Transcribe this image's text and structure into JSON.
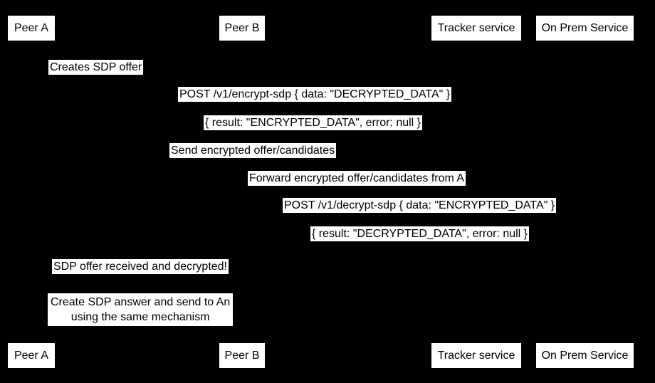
{
  "diagram_type": "sequence-diagram",
  "colors": {
    "background": "#000000",
    "box_background": "#ffffff",
    "box_text": "#000000"
  },
  "actors": [
    {
      "label": "Peer A"
    },
    {
      "label": "Peer B"
    },
    {
      "label": "Tracker service"
    },
    {
      "label": "On Prem Service"
    }
  ],
  "messages": [
    {
      "label": "Creates SDP offer"
    },
    {
      "label": "POST /v1/encrypt-sdp { data: \"DECRYPTED_DATA\" }"
    },
    {
      "label": "{ result: \"ENCRYPTED_DATA\", error: null }"
    },
    {
      "label": "Send encrypted offer/candidates"
    },
    {
      "label": "Forward encrypted offer/candidates from A"
    },
    {
      "label": "POST /v1/decrypt-sdp { data: \"ENCRYPTED_DATA\" }"
    },
    {
      "label": "{ result: \"DECRYPTED_DATA\", error: null }"
    },
    {
      "label": "SDP offer received and decrypted!"
    }
  ],
  "note": {
    "line1": "Create SDP answer and send to An",
    "line2": "using the same mechanism"
  }
}
